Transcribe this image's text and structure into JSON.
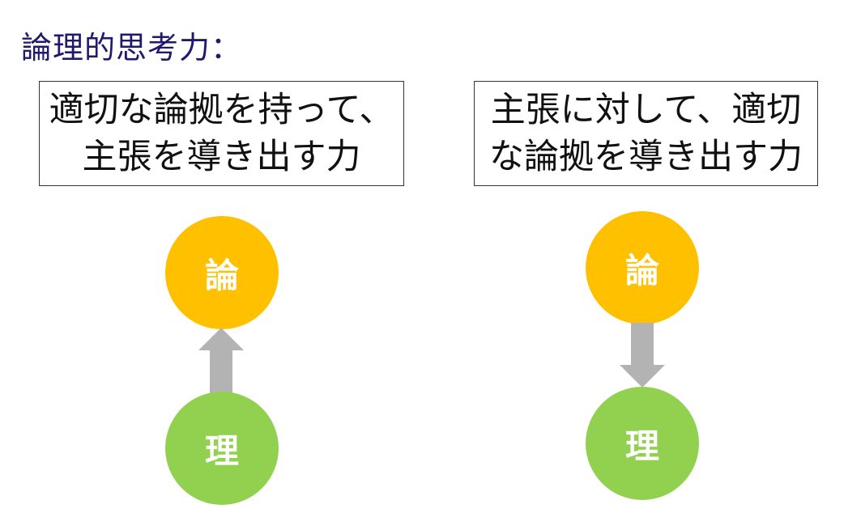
{
  "title": "論理的思考力：",
  "left": {
    "box_lines": [
      "適切な論拠を持って、",
      "主張を導き出す力"
    ],
    "top_circle": "論",
    "bottom_circle": "理",
    "arrow_direction": "up"
  },
  "right": {
    "box_lines": [
      "主張に対して、適切",
      "な論拠を導き出す力"
    ],
    "top_circle": "論",
    "bottom_circle": "理",
    "arrow_direction": "down"
  },
  "colors": {
    "title": "#1f1a6e",
    "circle_top": "#ffc000",
    "circle_bottom": "#92d050",
    "arrow": "#b3b3b3"
  }
}
